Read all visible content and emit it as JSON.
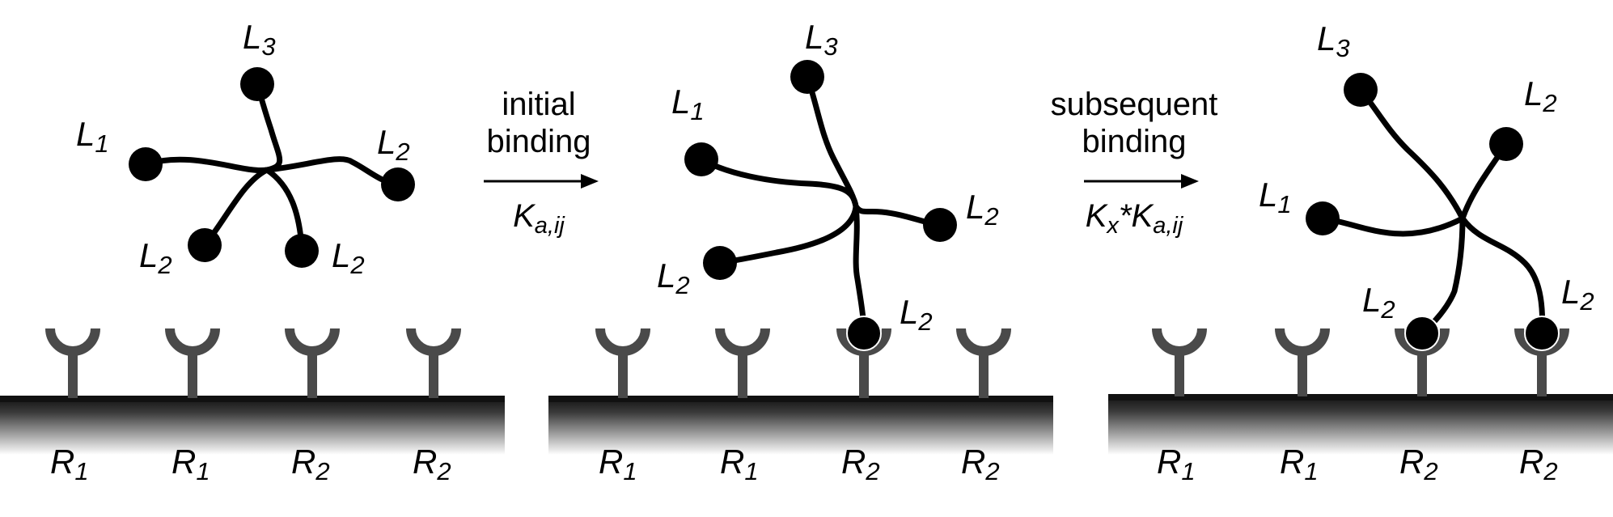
{
  "step1": {
    "line1": "initial",
    "line2": "binding",
    "constant": {
      "base": "K",
      "sub": "a,ij"
    }
  },
  "step2": {
    "line1": "subsequent",
    "line2": "binding",
    "constant": {
      "prefix_base": "K",
      "prefix_sub": "x",
      "mult": "*",
      "base": "K",
      "sub": "a,ij"
    }
  },
  "ligand_labels": {
    "L1": {
      "base": "L",
      "sub": "1"
    },
    "L2": {
      "base": "L",
      "sub": "2"
    },
    "L3": {
      "base": "L",
      "sub": "3"
    }
  },
  "receptor_labels": {
    "R1": {
      "base": "R",
      "sub": "1"
    },
    "R2": {
      "base": "R",
      "sub": "2"
    }
  },
  "colors": {
    "receptor": "#4a4a4a",
    "ligand": "#000000",
    "surface_top": "#1a1a1a",
    "surface_bottom": "#ffffff"
  }
}
